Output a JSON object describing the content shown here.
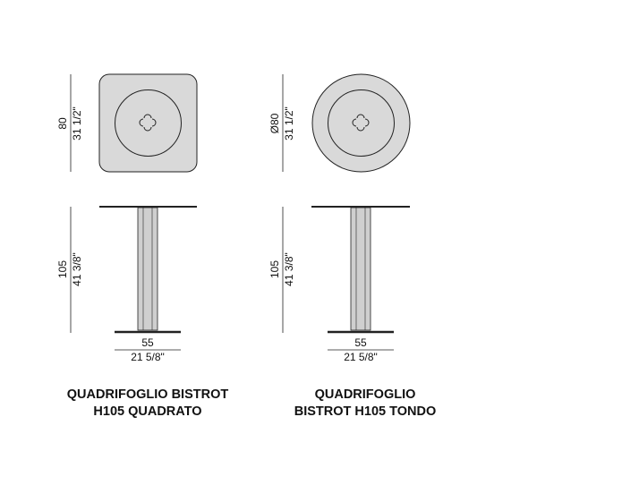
{
  "products": [
    {
      "name_line1": "QUADRIFOGLIO BISTROT",
      "name_line2": "H105 QUADRATO",
      "top_depth_cm": "80",
      "top_depth_in": "31 1/2\"",
      "height_cm": "105",
      "height_in": "41 3/8\"",
      "base_width_cm": "55",
      "base_width_in": "21 5/8\""
    },
    {
      "name_line1": "QUADRIFOGLIO",
      "name_line2": "BISTROT H105 TONDO",
      "top_diameter_cm": "Ø80",
      "top_diameter_in": "31 1/2\"",
      "height_cm": "105",
      "height_in": "41 3/8\"",
      "base_width_cm": "55",
      "base_width_in": "21 5/8\""
    }
  ],
  "colors": {
    "top_fill": "#d9d9d9",
    "line": "#222222",
    "column_fill": "#cfcfcf"
  }
}
